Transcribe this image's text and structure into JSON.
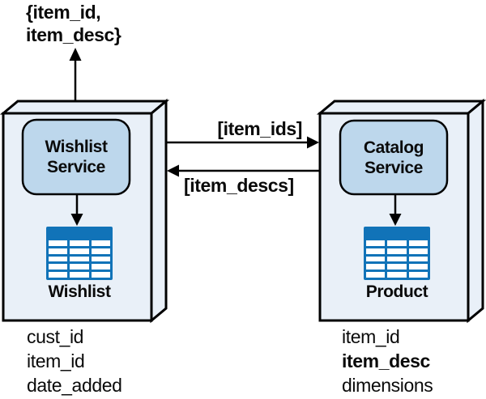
{
  "annotation": {
    "text": "{item_id,\nitem_desc}"
  },
  "messages": {
    "request": "[item_ids]",
    "response": "[item_descs]"
  },
  "wishlist_node": {
    "service_label": "Wishlist\nService",
    "table_label": "Wishlist",
    "fields": [
      "cust_id",
      "item_id",
      "date_added"
    ]
  },
  "catalog_node": {
    "service_label": "Catalog\nService",
    "table_label": "Product",
    "fields": [
      "item_id",
      "item_desc",
      "dimensions"
    ]
  },
  "colors": {
    "node_fill": "#e9f0f8",
    "service_fill": "#bdd7ec",
    "table_blue": "#1173b8",
    "stroke": "#000000"
  }
}
